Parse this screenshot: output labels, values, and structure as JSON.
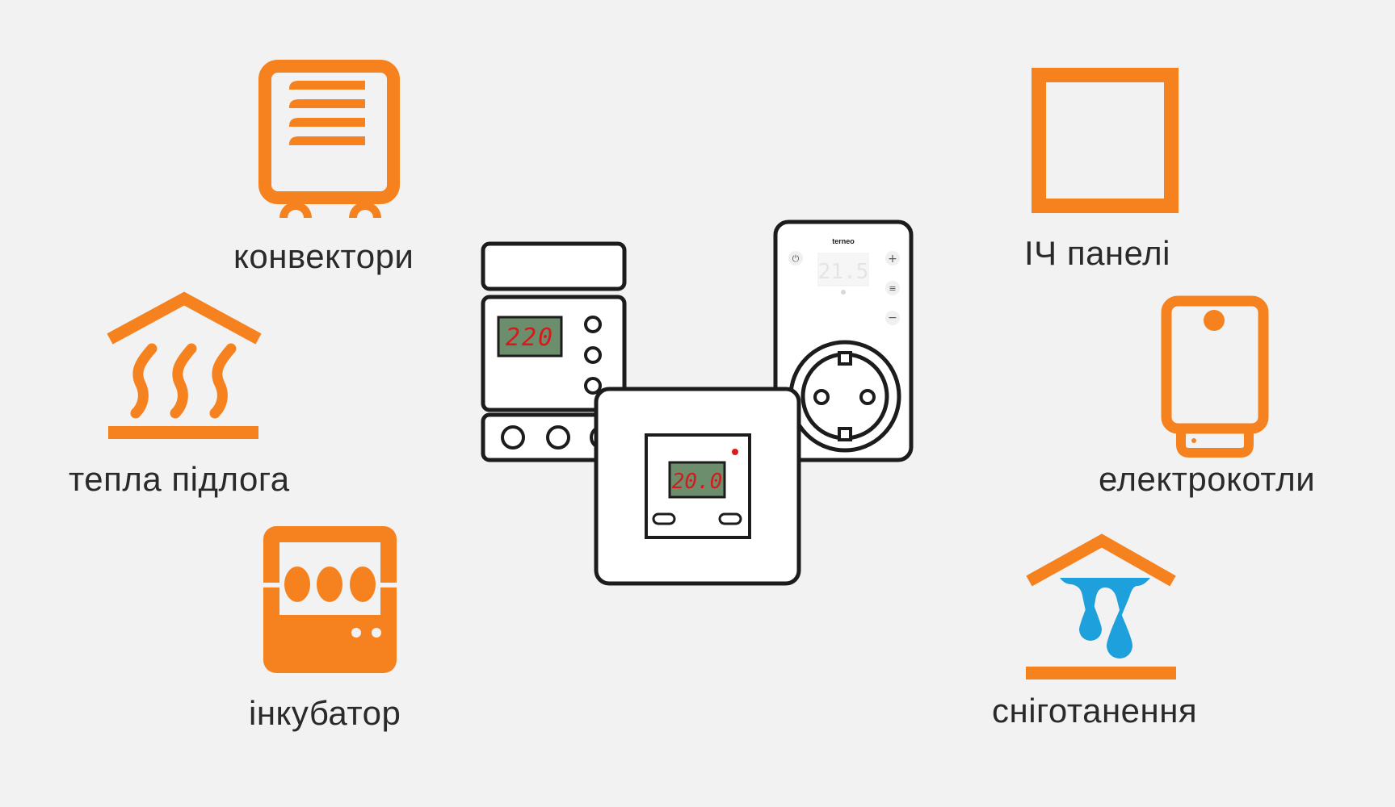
{
  "applications": {
    "convectors": "конвектори",
    "warm_floor": "тепла підлога",
    "incubator": "інкубатор",
    "ir_panels": "ІЧ панелі",
    "electric_boilers": "електрокотли",
    "snow_melting": "сніготанення"
  },
  "devices": {
    "din_display": "220",
    "wall_display": "20.0",
    "socket_display": "21.5",
    "socket_brand": "terneo"
  },
  "colors": {
    "accent": "#f5821f",
    "water": "#1ea0dc",
    "lcd": "#6d8e6d",
    "lcd_digits": "#d7191c",
    "outline": "#1c1c1c",
    "background": "#f2f2f2"
  }
}
